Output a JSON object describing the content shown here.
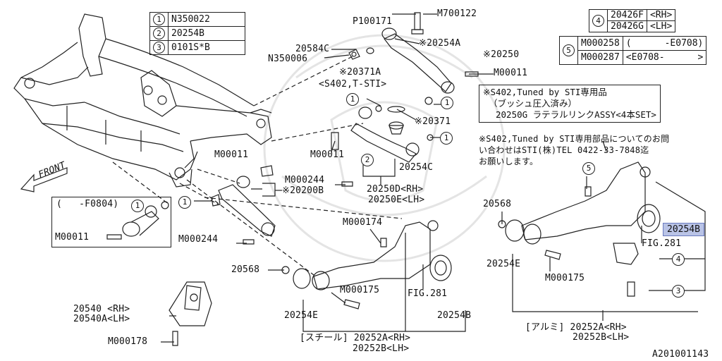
{
  "legend_left": [
    {
      "num": "1",
      "code": "N350022"
    },
    {
      "num": "2",
      "code": "20254B"
    },
    {
      "num": "3",
      "code": "0101S*B"
    }
  ],
  "legend_right": {
    "row4": {
      "num": "4",
      "codes": [
        "20426F",
        "20426G"
      ],
      "sides": [
        "<RH>",
        "<LH>"
      ]
    },
    "row5": {
      "num": "5",
      "codes": [
        "M000258",
        "M000287"
      ],
      "ranges": [
        "(      -E0708)",
        "<E0708-      >"
      ]
    }
  },
  "notes": {
    "box": [
      "※S402,Tuned by STI専用品",
      "（ブッシュ圧入済み）",
      "20250G ラテラルリンクASSY<4本SET>"
    ],
    "inquiry": [
      "※S402,Tuned by STI専用部品についてのお問",
      "い合わせはSTI(株)TEL 0422-33-7848迄",
      "お願いします。"
    ]
  },
  "labels": {
    "p100171": "P100171",
    "m700122": "M700122",
    "l20584c": "20584C",
    "n350006": "N350006",
    "s20254a": "※20254A",
    "s20250": "※20250",
    "s20371a": "※20371A",
    "m00011_top": "M00011",
    "s402": "<S402,T-STI>",
    "s20371": "※20371",
    "m00011_mid": "M00011",
    "l20254c": "20254C",
    "m00011_left": "M00011",
    "m000244_mid": "M000244",
    "l20250d": "20250D<RH>",
    "l20250e": "20250E<LH>",
    "s20200b": "※20200B",
    "front": "FRONT",
    "inset_range": "(   -F0804)",
    "inset_m00011": "M00011",
    "m000244_bot": "M000244",
    "m000174": "M000174",
    "l20568_mid": "20568",
    "m000175_mid": "M000175",
    "fig281_mid": "FIG.281",
    "l20254b_mid": "20254B",
    "l20254e_mid": "20254E",
    "l20540": "20540 <RH>",
    "l20540a": "20540A<LH>",
    "m000178": "M000178",
    "steel": "[スチール] 20252A<RH>",
    "steel2": "20252B<LH>",
    "l20568_right": "20568",
    "l20254e_right": "20254E",
    "m000175_right": "M000175",
    "fig281_right": "FIG.281",
    "highlight": "20254B",
    "alu": "[アルミ] 20252A<RH>",
    "alu2": "20252B<LH>",
    "diagram_id": "A201001143"
  },
  "callouts": {
    "c1a": "1",
    "c1b": "1",
    "c1c": "1",
    "c1d": "1",
    "c1e": "1",
    "c1f": "1",
    "c2": "2",
    "c3": "3",
    "c4": "4",
    "c5": "5"
  },
  "colors": {
    "highlight_fill": "#b9c3e6",
    "line": "#222222",
    "watermark": "#e4e4e4"
  }
}
